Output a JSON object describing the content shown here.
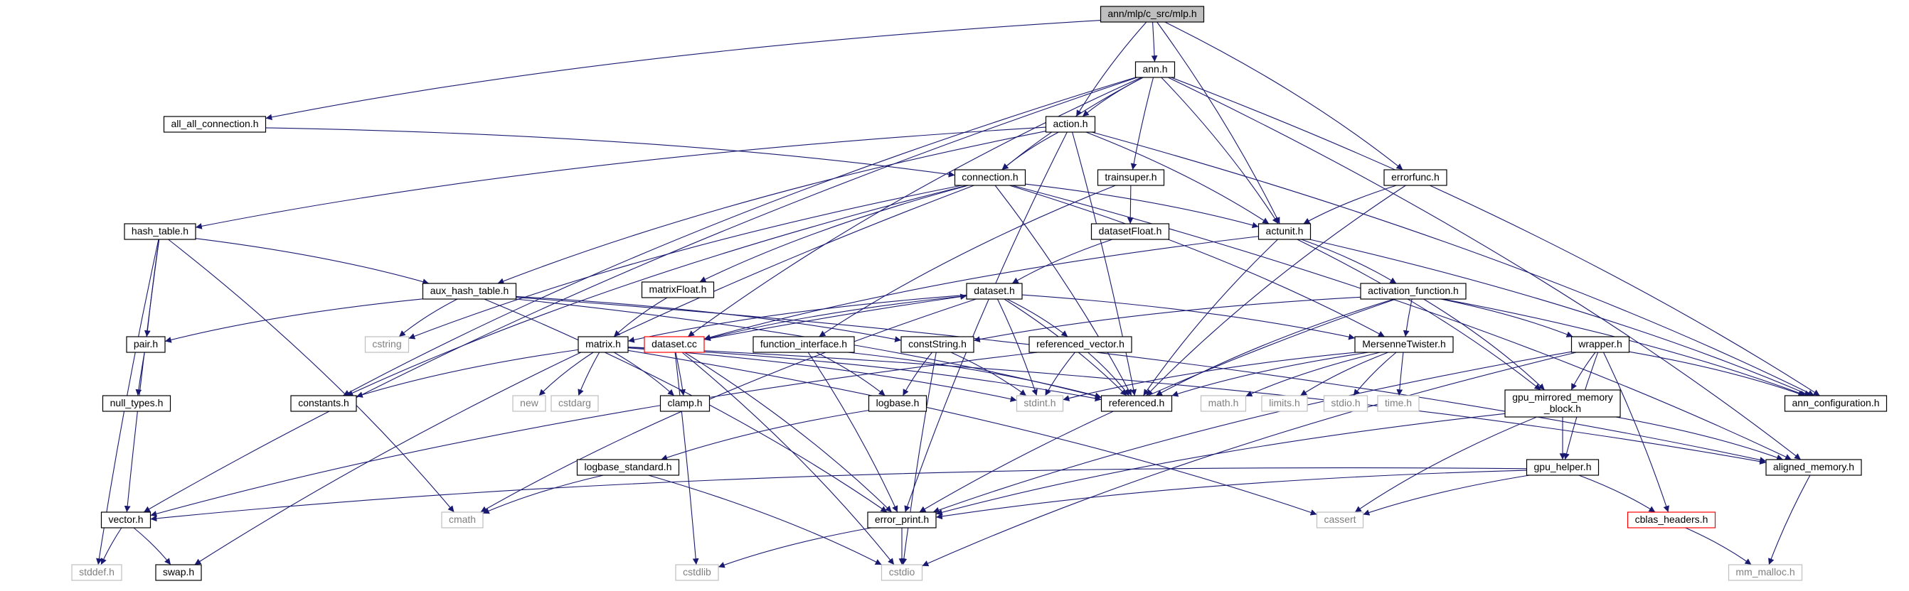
{
  "nodes": [
    {
      "id": "mlp",
      "label": "ann/mlp/c_src/mlp.h",
      "style": "root"
    },
    {
      "id": "ann",
      "label": "ann.h",
      "style": "normal"
    },
    {
      "id": "action",
      "label": "action.h",
      "style": "normal"
    },
    {
      "id": "all_all",
      "label": "all_all_connection.h",
      "style": "normal"
    },
    {
      "id": "connection",
      "label": "connection.h",
      "style": "normal"
    },
    {
      "id": "trainsuper",
      "label": "trainsuper.h",
      "style": "normal"
    },
    {
      "id": "errorfunc",
      "label": "errorfunc.h",
      "style": "normal"
    },
    {
      "id": "hash_table",
      "label": "hash_table.h",
      "style": "normal"
    },
    {
      "id": "actunit",
      "label": "actunit.h",
      "style": "normal"
    },
    {
      "id": "datasetFloat",
      "label": "datasetFloat.h",
      "style": "normal"
    },
    {
      "id": "aux_hash",
      "label": "aux_hash_table.h",
      "style": "normal"
    },
    {
      "id": "matrixFloat",
      "label": "matrixFloat.h",
      "style": "normal"
    },
    {
      "id": "dataset_h",
      "label": "dataset.h",
      "style": "normal"
    },
    {
      "id": "activation_function",
      "label": "activation_function.h",
      "style": "normal"
    },
    {
      "id": "pair",
      "label": "pair.h",
      "style": "normal"
    },
    {
      "id": "cstring",
      "label": "cstring",
      "style": "system"
    },
    {
      "id": "matrix",
      "label": "matrix.h",
      "style": "normal"
    },
    {
      "id": "dataset_cc",
      "label": "dataset.cc",
      "style": "red"
    },
    {
      "id": "function_interface",
      "label": "function_interface.h",
      "style": "normal"
    },
    {
      "id": "constString",
      "label": "constString.h",
      "style": "normal"
    },
    {
      "id": "referenced_vector",
      "label": "referenced_vector.h",
      "style": "normal"
    },
    {
      "id": "MersenneTwister",
      "label": "MersenneTwister.h",
      "style": "normal"
    },
    {
      "id": "wrapper",
      "label": "wrapper.h",
      "style": "normal"
    },
    {
      "id": "null_types",
      "label": "null_types.h",
      "style": "normal"
    },
    {
      "id": "constants",
      "label": "constants.h",
      "style": "normal"
    },
    {
      "id": "new",
      "label": "new",
      "style": "system"
    },
    {
      "id": "cstdarg",
      "label": "cstdarg",
      "style": "system"
    },
    {
      "id": "clamp",
      "label": "clamp.h",
      "style": "normal"
    },
    {
      "id": "logbase",
      "label": "logbase.h",
      "style": "normal"
    },
    {
      "id": "stdint",
      "label": "stdint.h",
      "style": "system"
    },
    {
      "id": "referenced",
      "label": "referenced.h",
      "style": "normal"
    },
    {
      "id": "math",
      "label": "math.h",
      "style": "system"
    },
    {
      "id": "limits",
      "label": "limits.h",
      "style": "system"
    },
    {
      "id": "stdio",
      "label": "stdio.h",
      "style": "system"
    },
    {
      "id": "time",
      "label": "time.h",
      "style": "system"
    },
    {
      "id": "gpu_mirrored",
      "label": "gpu_mirrored_memory\n_block.h",
      "style": "normal"
    },
    {
      "id": "ann_config",
      "label": "ann_configuration.h",
      "style": "normal"
    },
    {
      "id": "logbase_standard",
      "label": "logbase_standard.h",
      "style": "normal"
    },
    {
      "id": "aligned_memory",
      "label": "aligned_memory.h",
      "style": "normal"
    },
    {
      "id": "gpu_helper",
      "label": "gpu_helper.h",
      "style": "normal"
    },
    {
      "id": "vector",
      "label": "vector.h",
      "style": "normal"
    },
    {
      "id": "cmath",
      "label": "cmath",
      "style": "system"
    },
    {
      "id": "error_print",
      "label": "error_print.h",
      "style": "normal"
    },
    {
      "id": "cassert",
      "label": "cassert",
      "style": "system"
    },
    {
      "id": "cblas_headers",
      "label": "cblas_headers.h",
      "style": "red"
    },
    {
      "id": "stddef",
      "label": "stddef.h",
      "style": "system"
    },
    {
      "id": "swap",
      "label": "swap.h",
      "style": "normal"
    },
    {
      "id": "cstdlib",
      "label": "cstdlib",
      "style": "system"
    },
    {
      "id": "cstdio",
      "label": "cstdio",
      "style": "system"
    },
    {
      "id": "mm_malloc",
      "label": "mm_malloc.h",
      "style": "system"
    }
  ],
  "edges": [
    [
      "mlp",
      "ann"
    ],
    [
      "mlp",
      "action"
    ],
    [
      "mlp",
      "all_all"
    ],
    [
      "mlp",
      "actunit"
    ],
    [
      "mlp",
      "errorfunc"
    ],
    [
      "ann",
      "action"
    ],
    [
      "ann",
      "connection"
    ],
    [
      "ann",
      "trainsuper"
    ],
    [
      "ann",
      "actunit"
    ],
    [
      "ann",
      "ann_config"
    ],
    [
      "ann",
      "vector"
    ],
    [
      "ann",
      "constants"
    ],
    [
      "ann",
      "aligned_memory"
    ],
    [
      "ann",
      "dataset_cc"
    ],
    [
      "action",
      "connection"
    ],
    [
      "action",
      "actunit"
    ],
    [
      "action",
      "hash_table"
    ],
    [
      "action",
      "aux_hash"
    ],
    [
      "action",
      "referenced"
    ],
    [
      "action",
      "ann_config"
    ],
    [
      "action",
      "error_print"
    ],
    [
      "all_all",
      "connection"
    ],
    [
      "connection",
      "actunit"
    ],
    [
      "connection",
      "matrixFloat"
    ],
    [
      "connection",
      "referenced"
    ],
    [
      "connection",
      "MersenneTwister"
    ],
    [
      "connection",
      "aligned_memory"
    ],
    [
      "connection",
      "cstring"
    ],
    [
      "connection",
      "swap"
    ],
    [
      "connection",
      "constants"
    ],
    [
      "trainsuper",
      "datasetFloat"
    ],
    [
      "trainsuper",
      "function_interface"
    ],
    [
      "errorfunc",
      "actunit"
    ],
    [
      "errorfunc",
      "referenced"
    ],
    [
      "hash_table",
      "aux_hash"
    ],
    [
      "hash_table",
      "pair"
    ],
    [
      "hash_table",
      "vector"
    ],
    [
      "hash_table",
      "cmath"
    ],
    [
      "hash_table",
      "stddef"
    ],
    [
      "actunit",
      "activation_function"
    ],
    [
      "actunit",
      "ann_config"
    ],
    [
      "actunit",
      "gpu_mirrored"
    ],
    [
      "actunit",
      "referenced"
    ],
    [
      "actunit",
      "dataset_cc"
    ],
    [
      "datasetFloat",
      "dataset_h"
    ],
    [
      "aux_hash",
      "pair"
    ],
    [
      "aux_hash",
      "cstring"
    ],
    [
      "aux_hash",
      "constString"
    ],
    [
      "aux_hash",
      "referenced"
    ],
    [
      "aux_hash",
      "error_print"
    ],
    [
      "aux_hash",
      "aligned_memory"
    ],
    [
      "matrixFloat",
      "matrix"
    ],
    [
      "dataset_h",
      "matrix"
    ],
    [
      "dataset_h",
      "dataset_cc"
    ],
    [
      "dataset_h",
      "referenced_vector"
    ],
    [
      "dataset_h",
      "MersenneTwister"
    ],
    [
      "dataset_h",
      "referenced"
    ],
    [
      "dataset_h",
      "stdint"
    ],
    [
      "dataset_h",
      "cmath"
    ],
    [
      "activation_function",
      "constString"
    ],
    [
      "activation_function",
      "MersenneTwister"
    ],
    [
      "activation_function",
      "wrapper"
    ],
    [
      "activation_function",
      "ann_config"
    ],
    [
      "activation_function",
      "referenced"
    ],
    [
      "activation_function",
      "gpu_mirrored"
    ],
    [
      "activation_function",
      "error_print"
    ],
    [
      "pair",
      "null_types"
    ],
    [
      "matrix",
      "constants"
    ],
    [
      "matrix",
      "new"
    ],
    [
      "matrix",
      "cstdarg"
    ],
    [
      "matrix",
      "clamp"
    ],
    [
      "matrix",
      "referenced"
    ],
    [
      "matrix",
      "cassert"
    ],
    [
      "matrix",
      "aligned_memory"
    ],
    [
      "matrix",
      "stdint"
    ],
    [
      "dataset_cc",
      "dataset_h"
    ],
    [
      "dataset_cc",
      "clamp"
    ],
    [
      "dataset_cc",
      "error_print"
    ],
    [
      "dataset_cc",
      "cstdio"
    ],
    [
      "dataset_cc",
      "cstdlib"
    ],
    [
      "function_interface",
      "logbase"
    ],
    [
      "function_interface",
      "referenced"
    ],
    [
      "function_interface",
      "error_print"
    ],
    [
      "constString",
      "logbase"
    ],
    [
      "constString",
      "stdint"
    ],
    [
      "constString",
      "cstdio"
    ],
    [
      "referenced_vector",
      "referenced"
    ],
    [
      "referenced_vector",
      "stdint"
    ],
    [
      "referenced_vector",
      "vector"
    ],
    [
      "MersenneTwister",
      "referenced"
    ],
    [
      "MersenneTwister",
      "math"
    ],
    [
      "MersenneTwister",
      "limits"
    ],
    [
      "MersenneTwister",
      "stdio"
    ],
    [
      "MersenneTwister",
      "time"
    ],
    [
      "MersenneTwister",
      "stdint"
    ],
    [
      "wrapper",
      "gpu_mirrored"
    ],
    [
      "wrapper",
      "ann_config"
    ],
    [
      "wrapper",
      "gpu_helper"
    ],
    [
      "wrapper",
      "cblas_headers"
    ],
    [
      "wrapper",
      "error_print"
    ],
    [
      "wrapper",
      "cstdio"
    ],
    [
      "logbase",
      "logbase_standard"
    ],
    [
      "gpu_mirrored",
      "gpu_helper"
    ],
    [
      "gpu_mirrored",
      "aligned_memory"
    ],
    [
      "gpu_mirrored",
      "cassert"
    ],
    [
      "gpu_mirrored",
      "error_print"
    ],
    [
      "logbase_standard",
      "cmath"
    ],
    [
      "logbase_standard",
      "cstdio"
    ],
    [
      "aligned_memory",
      "mm_malloc"
    ],
    [
      "gpu_helper",
      "cblas_headers"
    ],
    [
      "gpu_helper",
      "error_print"
    ],
    [
      "gpu_helper",
      "cassert"
    ],
    [
      "gpu_helper",
      "vector"
    ],
    [
      "vector",
      "stddef"
    ],
    [
      "vector",
      "swap"
    ],
    [
      "error_print",
      "cstdio"
    ],
    [
      "error_print",
      "cstdlib"
    ],
    [
      "cblas_headers",
      "mm_malloc"
    ]
  ],
  "colors": {
    "root_fill": "#bfbfbf",
    "edge_normal": "#191970",
    "edge_system": "#191970",
    "border_normal": "#000000",
    "border_system": "#bfbfbf",
    "border_red": "#ff0000",
    "text_system": "#7f7f7f"
  }
}
